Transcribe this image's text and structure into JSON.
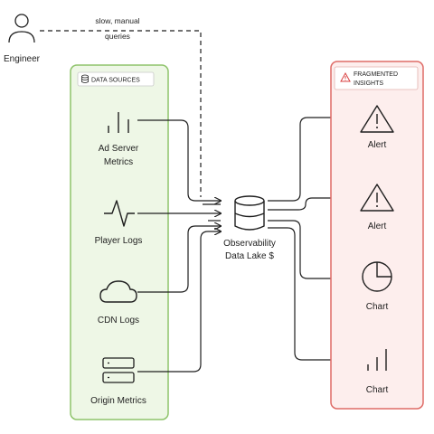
{
  "engineer": {
    "label": "Engineer",
    "note_line1": "slow, manual",
    "note_line2": "queries"
  },
  "data_sources": {
    "header": "DATA SOURCES",
    "items": [
      {
        "line1": "Ad Server",
        "line2": "Metrics",
        "icon": "bar-chart-icon"
      },
      {
        "line1": "Player Logs",
        "icon": "pulse-icon"
      },
      {
        "line1": "CDN Logs",
        "icon": "cloud-icon"
      },
      {
        "line1": "Origin Metrics",
        "icon": "server-icon"
      }
    ]
  },
  "lake": {
    "line1": "Observability",
    "line2": "Data Lake $",
    "icon": "database-icon"
  },
  "insights": {
    "header_line1": "FRAGMENTED",
    "header_line2": "INSIGHTS",
    "items": [
      {
        "label": "Alert",
        "icon": "warning-icon"
      },
      {
        "label": "Alert",
        "icon": "warning-icon"
      },
      {
        "label": "Chart",
        "icon": "pie-chart-icon"
      },
      {
        "label": "Chart",
        "icon": "bar-chart-icon"
      }
    ]
  },
  "colors": {
    "sources_fill": "#eef7e6",
    "sources_border": "#8ec36a",
    "insights_fill": "#fdeeed",
    "insights_border": "#df6b66",
    "line": "#1f1f1f"
  }
}
